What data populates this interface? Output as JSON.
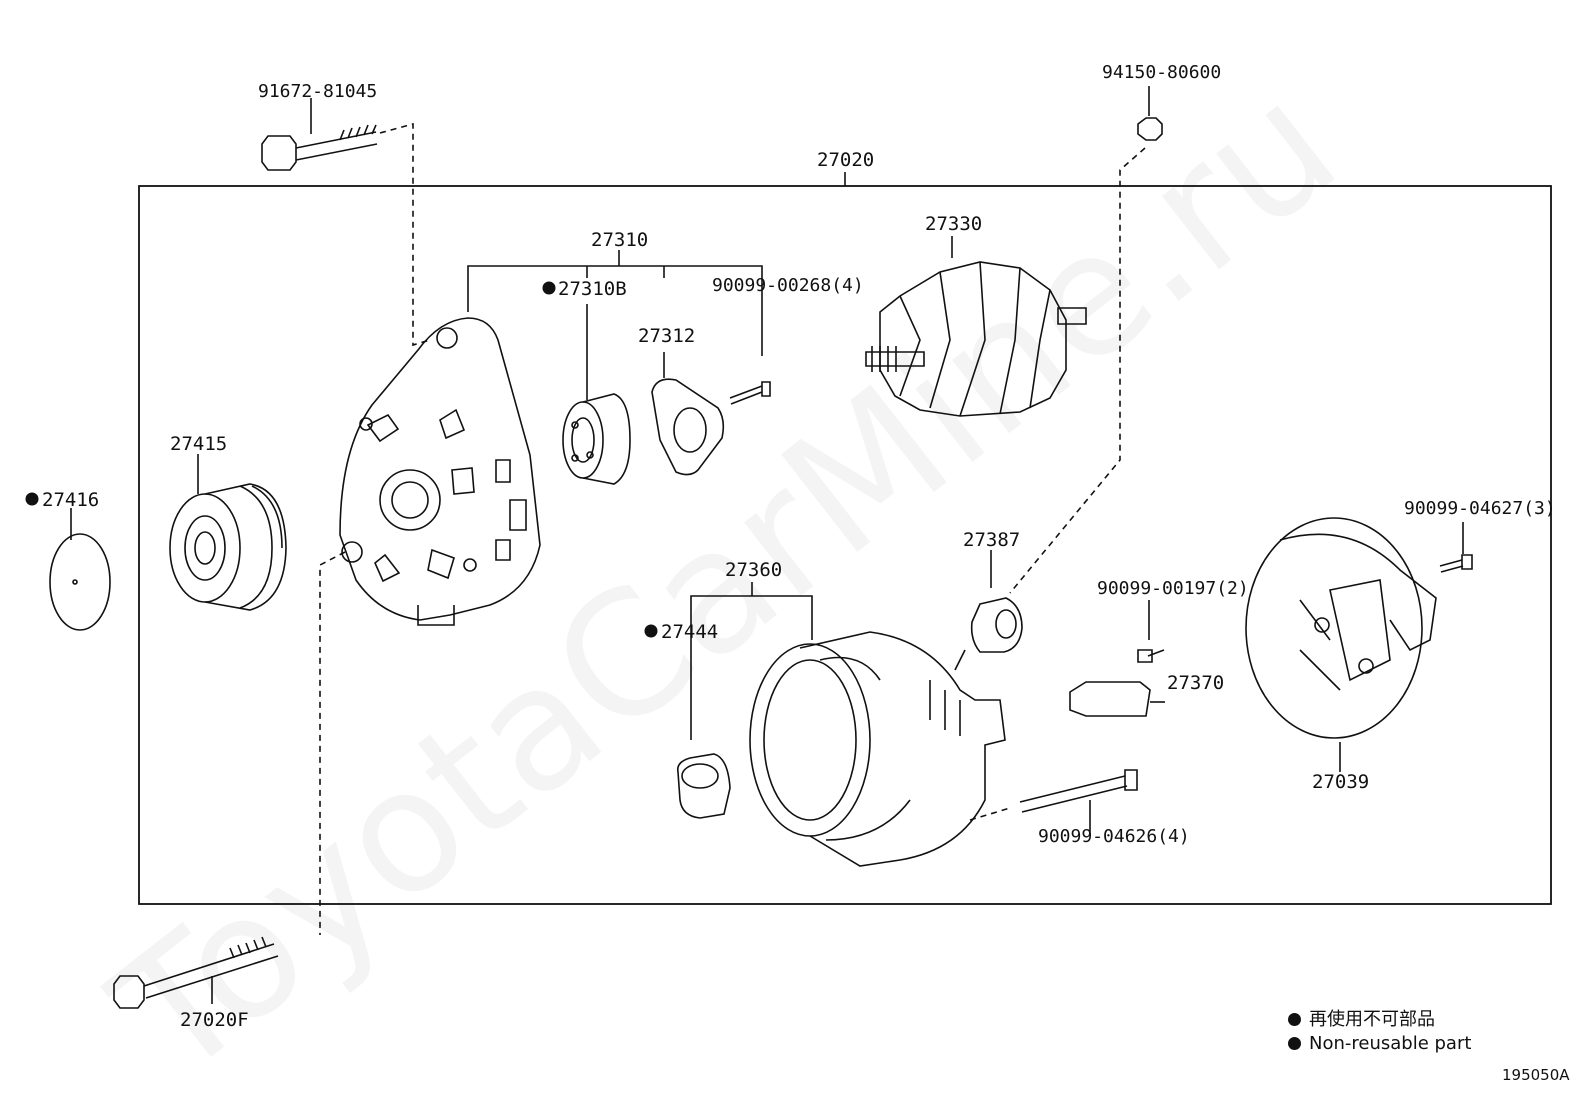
{
  "labels": {
    "assembly": "27020",
    "bolt_top": "91672-81045",
    "nut_top": "94150-80600",
    "frame": "27310",
    "bearing": "27310B",
    "retainer": "27312",
    "screw_frame": "90099-00268(4)",
    "rotor": "27330",
    "pulley": "27415",
    "cap": "27416",
    "stator": "27360",
    "ring": "27444",
    "holder": "27387",
    "screw_small": "90099-00197(2)",
    "regulator": "27370",
    "screw_cover": "90099-04627(3)",
    "cover": "27039",
    "bolt_through": "90099-04626(4)",
    "bolt_bottom": "27020F"
  },
  "legend": {
    "line1": "再使用不可部品",
    "line2": "Non-reusable part"
  },
  "diagram_code": "195050A",
  "watermark": "ToyotaCarMine.ru"
}
